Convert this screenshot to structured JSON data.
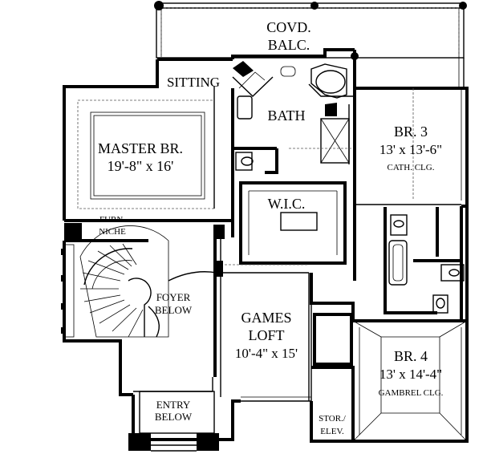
{
  "rooms": {
    "covd_balc": {
      "line1": "COVD.",
      "line2": "BALC."
    },
    "sitting": {
      "name": "SITTING"
    },
    "bath": {
      "name": "BATH"
    },
    "master_br": {
      "name": "MASTER BR.",
      "dims": "19'-8\" x 16'"
    },
    "br3": {
      "name": "BR. 3",
      "dims": "13' x 13'-6\"",
      "note": "CATH. CLG."
    },
    "wic": {
      "name": "W.I.C."
    },
    "furn_niche": {
      "line1": "FURN.",
      "line2": "NICHE"
    },
    "foyer_below": {
      "line1": "FOYER",
      "line2": "BELOW"
    },
    "games_loft": {
      "line1": "GAMES",
      "line2": "LOFT",
      "dims": "10'-4\" x 15'"
    },
    "br4": {
      "name": "BR. 4",
      "dims": "13' x 14'-4\"",
      "note": "GAMBREL CLG."
    },
    "entry_below": {
      "line1": "ENTRY",
      "line2": "BELOW"
    },
    "stor_elev": {
      "line1": "STOR./",
      "line2": "ELEV."
    }
  }
}
